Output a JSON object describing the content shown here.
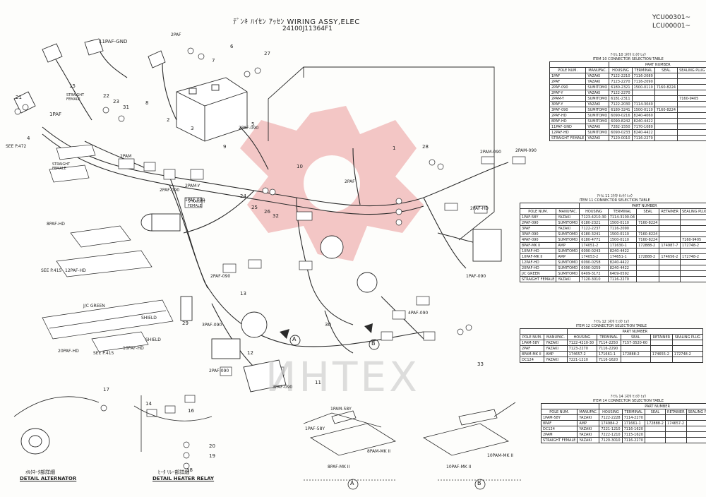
{
  "header": {
    "title": "ﾃﾞﾝｷ ﾊｲｾﾝ ｱｯｾﾝ WIRING ASSY,ELEC",
    "part_number": "24100J11364F1",
    "serial_1": "YCU00301~",
    "serial_2": "LCU00001~"
  },
  "watermark": "ИНТЕХ",
  "labels": {
    "gnd": "11PAF-GND",
    "see472": "SEE P.472",
    "see415a": "SEE P.415",
    "see415b": "SEE P.415",
    "straight_female_1": "STRAIGHT FEMALE",
    "straight_female_2": "STRAIGHT FEMALE",
    "straight_female_3": "STRAIGHT FEMALE",
    "1paf": "1PAF",
    "2paf_a": "2PAF",
    "2paf_b": "2PAF",
    "2pam": "2PAM",
    "2pam_y": "2PAM-Y",
    "2paf_090a": "2PAF-090",
    "2paf_090b": "2PAF-090",
    "2paf_090c": "2PAF-090",
    "2paf_090d": "2PAF-090",
    "2pam_090": "2PAM-090",
    "2pam_090b": "2PAM-090",
    "1paf_090": "1PAF-090",
    "2paf_hd": "2PAF-HD",
    "8paf_hd": "8PAF-HD",
    "12paf_hd": "12PAF-HD",
    "20paf_hd": "20PAF-HD",
    "10paf_hd": "10PAF-HD",
    "jc_green": "J/C GREEN",
    "shield_1": "SHIELD",
    "shield_2": "SHIELD",
    "3paf_090": "3PAF-090",
    "3paf_090b": "3PAF-090",
    "4paf_090": "4PAF-090",
    "1paf_090b": "1PAF-090",
    "1pam_58y": "1PAM-58Y",
    "1paf_58y": "1PAF-58Y",
    "8paf_mk2": "8PAF-MK II",
    "8pam_mk2": "8PAM-MK II",
    "10paf_mk2": "10PAF-MK II",
    "10pam_mk2": "10PAM-MK II",
    "arrow_a": "A",
    "arrow_b": "B",
    "circle_a": "A",
    "circle_b": "B"
  },
  "callouts": [
    "1",
    "2",
    "3",
    "4",
    "5",
    "6",
    "7",
    "8",
    "9",
    "10",
    "11",
    "12",
    "13",
    "14",
    "15",
    "16",
    "17",
    "18",
    "19",
    "20",
    "21",
    "22",
    "23",
    "24",
    "25",
    "26",
    "27",
    "28",
    "29",
    "30",
    "31",
    "32",
    "33"
  ],
  "details": {
    "alternator_jp": "ｵﾙﾀﾈｰﾀ部詳細",
    "alternator_en": "DETAIL ALTERNATOR",
    "relay_jp": "ﾋｰﾀ ﾘﾚｰ部詳細",
    "relay_en": "DETAIL HEATER RELAY"
  },
  "tables": {
    "t10": {
      "title_jp": "ｱｲﾃﾑ 10 ｺﾈｸﾀ ｾﾝﾀｸ ﾋｮｳ",
      "title_en": "ITEM 10 CONNECTOR SELECTION TABLE",
      "part_number": "PART NUMBER",
      "headers": [
        "POLE NUM.",
        "MANUFAC.",
        "HOUSING",
        "TERMINAL",
        "SEAL",
        "SEALING PLUG"
      ],
      "rows": [
        [
          "1PAF",
          "YAZAKI",
          "7122-2210",
          "7116-2080",
          "",
          ""
        ],
        [
          "2PAF",
          "YAZAKI",
          "7123-2270",
          "7116-2090",
          "",
          ""
        ],
        [
          "2PAF-090",
          "SUMITOMO",
          "6180-2321",
          "1500-0110",
          "7160-8224",
          ""
        ],
        [
          "2PAF-Y",
          "YAZAKI",
          "7122-2270",
          "",
          "",
          ""
        ],
        [
          "2PAM-Y",
          "SUMITOMO",
          "6181-2311",
          "",
          "",
          "7160-9405"
        ],
        [
          "3PAF-Y",
          "YAZAKI",
          "7122-2030",
          "7114-3040",
          "",
          ""
        ],
        [
          "3PAF-090",
          "SUMITOMO",
          "6180-3241",
          "1500-0110",
          "7160-8224",
          ""
        ],
        [
          "2PAF-HD",
          "SUMITOMO",
          "6090-0216",
          "8240-4060",
          "",
          ""
        ],
        [
          "8PAF-HD",
          "SUMITOMO",
          "6090-8242",
          "8240-4422",
          "",
          ""
        ],
        [
          "11PAF-GND",
          "YAZAKI",
          "7282-1550",
          "7170-1080",
          "",
          ""
        ],
        [
          "12PAF-HD",
          "SUMITOMO",
          "6090-0233",
          "8240-4422",
          "",
          ""
        ],
        [
          "STRAIGHT FEMALE",
          "YAZAKI",
          "7120-0010",
          "7116-2270",
          "",
          ""
        ]
      ]
    },
    "t11": {
      "title_jp": "ｱｲﾃﾑ 11 ｺﾈｸﾀ ｾﾝﾀｸ ﾋｮｳ",
      "title_en": "ITEM 11 CONNECTOR SELECTION TABLE",
      "part_number": "PART NUMBER",
      "headers": [
        "POLE NUM.",
        "MANUFAC.",
        "HOUSING",
        "TERMINAL",
        "SEAL",
        "RETAINER",
        "SEALING PLUG"
      ],
      "rows": [
        [
          "1PAF-58Y",
          "YAZAKI",
          "7123-4210-30",
          "7114-3100-04",
          "",
          "",
          ""
        ],
        [
          "2PAF-090",
          "SUMITOMO",
          "6180-2321",
          "1500-0110",
          "7160-8224",
          "",
          ""
        ],
        [
          "3PAF",
          "YAZAKI",
          "7122-2237",
          "7116-2090",
          "",
          "",
          ""
        ],
        [
          "3PAF-090",
          "SUMITOMO",
          "6180-3241",
          "1500-0110",
          "7160-8224",
          "",
          ""
        ],
        [
          "4PAF-090",
          "SUMITOMO",
          "6180-4771",
          "1500-0110",
          "7160-8224",
          "",
          "7160-9405"
        ],
        [
          "8PAF-MK II",
          "AMP",
          "174051-2",
          "171630-1",
          "172888-2",
          "174987-7",
          "172748-2"
        ],
        [
          "10PAF-HD",
          "SUMITOMO",
          "6090-0243",
          "8240-4422",
          "",
          "",
          ""
        ],
        [
          "10PAF-MK II",
          "AMP",
          "174053-2",
          "174651-1",
          "172888-2",
          "174656-2",
          "172748-2"
        ],
        [
          "12PAF-HD",
          "SUMITOMO",
          "6090-0258",
          "8240-4422",
          "",
          "",
          ""
        ],
        [
          "20PAF-HD",
          "SUMITOMO",
          "6090-0259",
          "8240-4422",
          "",
          "",
          ""
        ],
        [
          "J/C GREEN",
          "SUMITOMO",
          "6409-3172",
          "6409-0592",
          "",
          "",
          ""
        ],
        [
          "STRAIGHT FEMALE",
          "YAZAKI",
          "7120-3010",
          "7116-2270",
          "",
          "",
          ""
        ]
      ]
    },
    "t12": {
      "title_jp": "ｱｲﾃﾑ 12 ｺﾈｸﾀ ｾﾝﾀｸ ﾋｮｳ",
      "title_en": "ITEM 12 CONNECTOR SELECTION TABLE",
      "part_number": "PART NUMBER",
      "headers": [
        "POLE NUM.",
        "MANUFAC.",
        "HOUSING",
        "TERMINAL",
        "SEAL",
        "RETAINER",
        "SEALING PLUG"
      ],
      "rows": [
        [
          "1PAM-58Y",
          "YAZAKI",
          "7122-4210-30",
          "7114-2250",
          "7157-3520-60",
          "",
          ""
        ],
        [
          "2PAF",
          "YAZAKI",
          "7123-2270",
          "7116-2290",
          "",
          "",
          ""
        ],
        [
          "8PAM-MK II",
          "AMP",
          "174657-2",
          "171661-1",
          "172888-2",
          "174655-2",
          "172748-2"
        ],
        [
          "DC124",
          "YAZAKI",
          "7221-1210",
          "7116-1620",
          "",
          "",
          ""
        ]
      ]
    },
    "t14": {
      "title_jp": "ｱｲﾃﾑ 14 ｺﾈｸﾀ ｾﾝﾀｸ ﾋｮｳ",
      "title_en": "ITEM 14 CONNECTOR SELECTION TABLE",
      "part_number": "PART NUMBER",
      "headers": [
        "POLE NUM.",
        "MANUFAC.",
        "HOUSING",
        "TERMINAL",
        "SEAL",
        "RETAINER",
        "SEALING PLUG"
      ],
      "rows": [
        [
          "1PAM-58Y",
          "YAZAKI",
          "7122-2228",
          "7114-2270",
          "",
          "",
          ""
        ],
        [
          "8PAF",
          "AMP",
          "174984-2",
          "171661-1",
          "172888-2",
          "174657-2",
          ""
        ],
        [
          "DC124",
          "YAZAKI",
          "7221-1210",
          "7116-1620",
          "",
          "",
          ""
        ],
        [
          "2PAM",
          "YAZAKI",
          "7222-1210",
          "7115-1620",
          "",
          "",
          ""
        ],
        [
          "STRAIGHT FEMALE",
          "YAZAKI",
          "7120-3010",
          "7116-2270",
          "",
          "",
          ""
        ]
      ]
    }
  },
  "colors": {
    "line": "#2a2a2a",
    "logo": "#e05a5a",
    "watermark": "#c4c4c4"
  }
}
